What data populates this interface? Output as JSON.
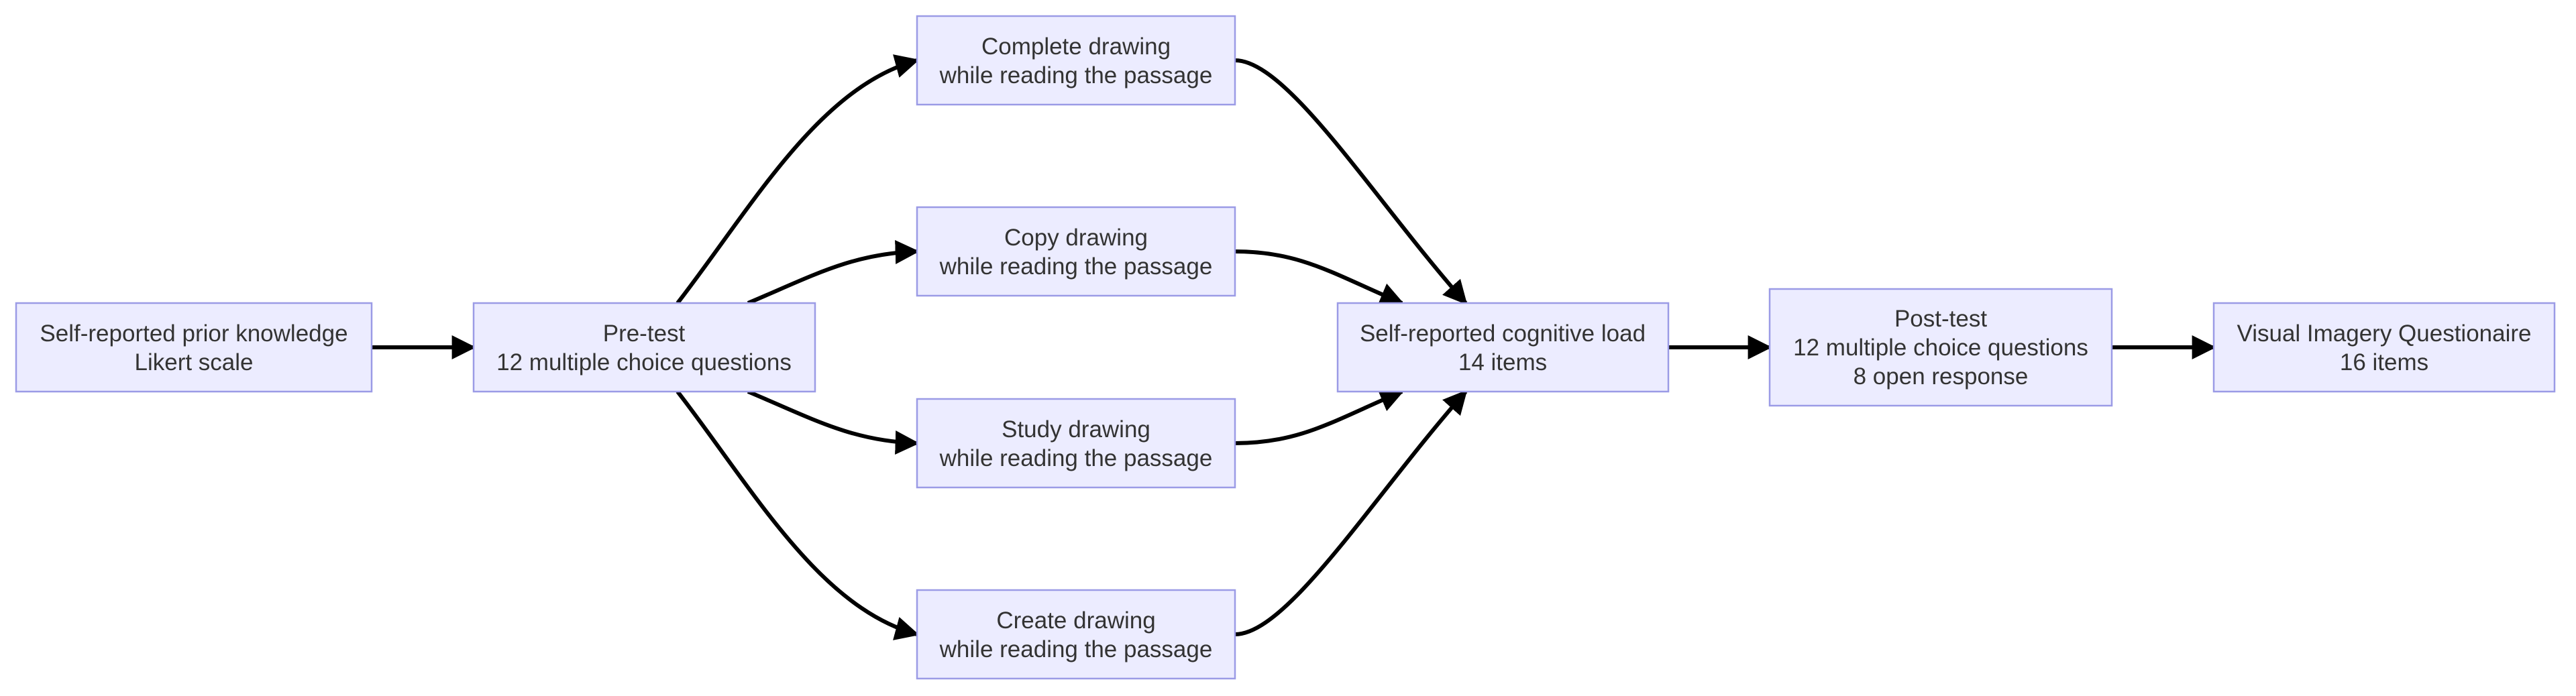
{
  "diagram": {
    "nodes": [
      {
        "id": "prior",
        "lines": [
          "Self-reported prior knowledge",
          "Likert scale"
        ]
      },
      {
        "id": "pretest",
        "lines": [
          "Pre-test",
          "12 multiple choice questions"
        ]
      },
      {
        "id": "complete",
        "lines": [
          "Complete drawing",
          "while reading the passage"
        ]
      },
      {
        "id": "copy",
        "lines": [
          "Copy drawing",
          "while reading the passage"
        ]
      },
      {
        "id": "study",
        "lines": [
          "Study drawing",
          "while reading the passage"
        ]
      },
      {
        "id": "create",
        "lines": [
          "Create drawing",
          "while reading the passage"
        ]
      },
      {
        "id": "load",
        "lines": [
          "Self-reported cognitive load",
          "14 items"
        ]
      },
      {
        "id": "posttest",
        "lines": [
          "Post-test",
          "12 multiple choice questions",
          "8 open response"
        ]
      },
      {
        "id": "viq",
        "lines": [
          "Visual Imagery Questionaire",
          "16 items"
        ]
      }
    ],
    "edges": [
      {
        "from": "prior",
        "to": "pretest"
      },
      {
        "from": "pretest",
        "to": "complete"
      },
      {
        "from": "pretest",
        "to": "copy"
      },
      {
        "from": "pretest",
        "to": "study"
      },
      {
        "from": "pretest",
        "to": "create"
      },
      {
        "from": "complete",
        "to": "load"
      },
      {
        "from": "copy",
        "to": "load"
      },
      {
        "from": "study",
        "to": "load"
      },
      {
        "from": "create",
        "to": "load"
      },
      {
        "from": "load",
        "to": "posttest"
      },
      {
        "from": "posttest",
        "to": "viq"
      }
    ]
  }
}
